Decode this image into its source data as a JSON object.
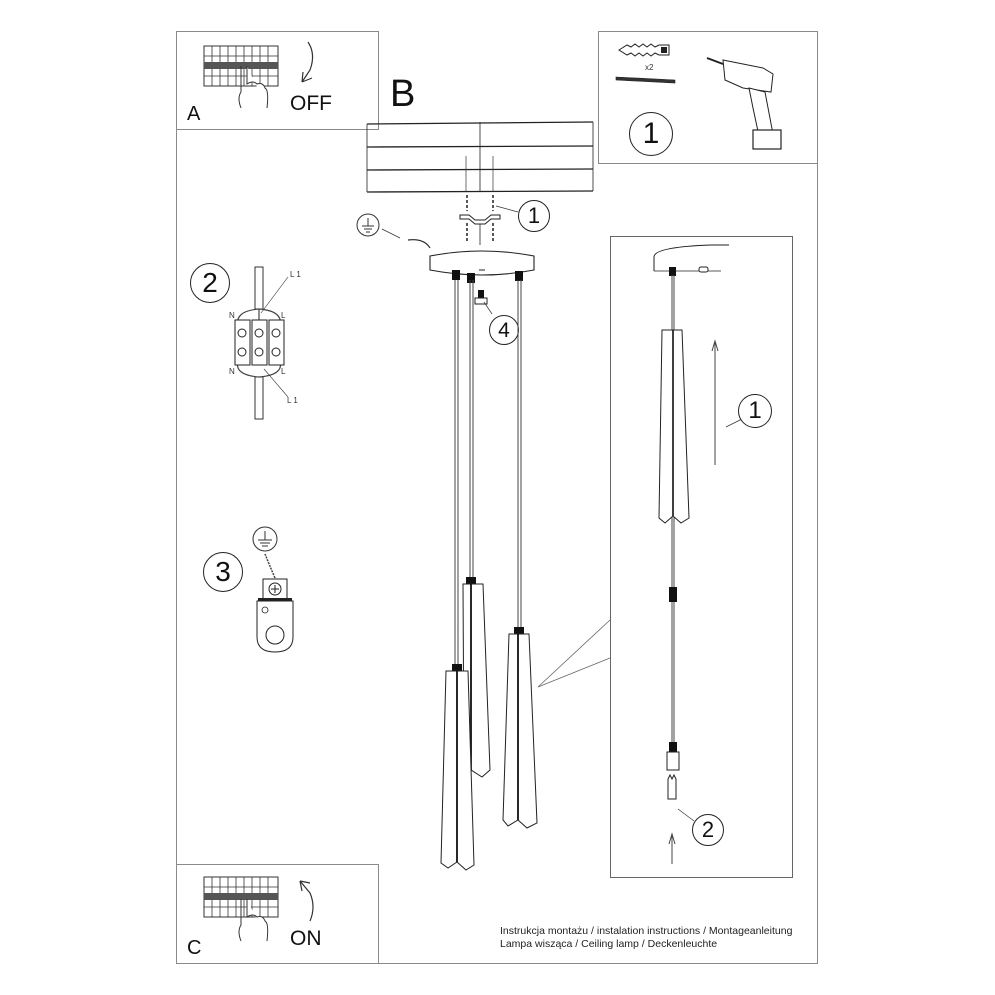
{
  "document": {
    "type": "assembly-instructions",
    "accent_color": "#111111",
    "border_color": "#8a8a8a"
  },
  "panel_a": {
    "letter": "A",
    "action": "OFF"
  },
  "panel_b": {
    "letter": "B",
    "callouts": {
      "bracket": "1",
      "cord_lock": "4"
    }
  },
  "panel_tools": {
    "step": "1",
    "quantity": "x2"
  },
  "step2": {
    "number": "2",
    "labels": {
      "l1_top": "L 1",
      "n_top": "N",
      "l_top": "L",
      "n_bottom": "N",
      "l_bottom": "L",
      "l1_bottom": "L 1"
    }
  },
  "step3": {
    "number": "3"
  },
  "detail_panel": {
    "callouts": {
      "raise_shade": "1",
      "connector": "2"
    }
  },
  "panel_c": {
    "letter": "C",
    "action": "ON"
  },
  "footer": {
    "line1": "Instrukcja montażu / instalation instructions / Montageanleitung",
    "line2": "Lampa wisząca / Ceiling lamp / Deckenleuchte"
  }
}
